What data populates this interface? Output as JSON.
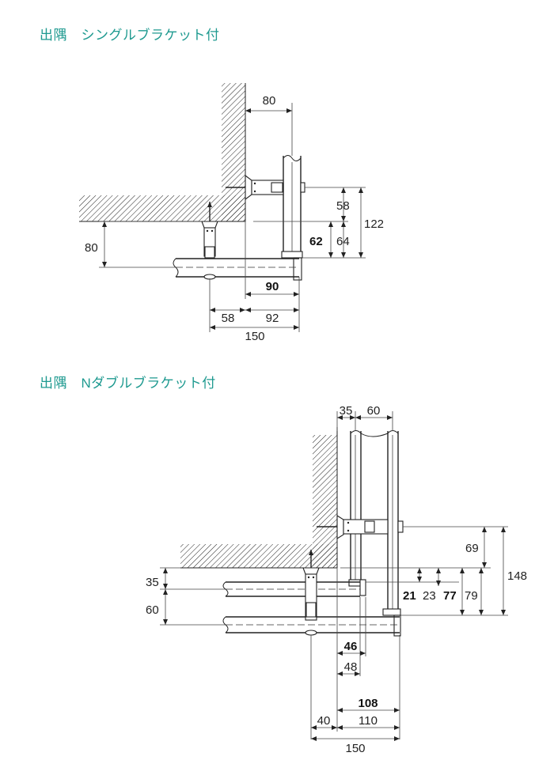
{
  "headings": {
    "single": "出隅　シングルブラケット付",
    "double": "出隅　Nダブルブラケット付"
  },
  "diagram1": {
    "dims": {
      "d80_top": "80",
      "d58": "58",
      "d122": "122",
      "d62": "62",
      "d64": "64",
      "d80_left": "80",
      "d90": "90",
      "d58_bottom": "58",
      "d92": "92",
      "d150": "150"
    }
  },
  "diagram2": {
    "dims": {
      "d35_top": "35",
      "d60_top": "60",
      "d69": "69",
      "d148": "148",
      "d35_left": "35",
      "d60_left": "60",
      "d21": "21",
      "d23": "23",
      "d77": "77",
      "d79": "79",
      "d46": "46",
      "d48": "48",
      "d108": "108",
      "d40": "40",
      "d110": "110",
      "d150": "150"
    }
  },
  "colors": {
    "heading": "#1f9a90",
    "line": "#222222"
  }
}
